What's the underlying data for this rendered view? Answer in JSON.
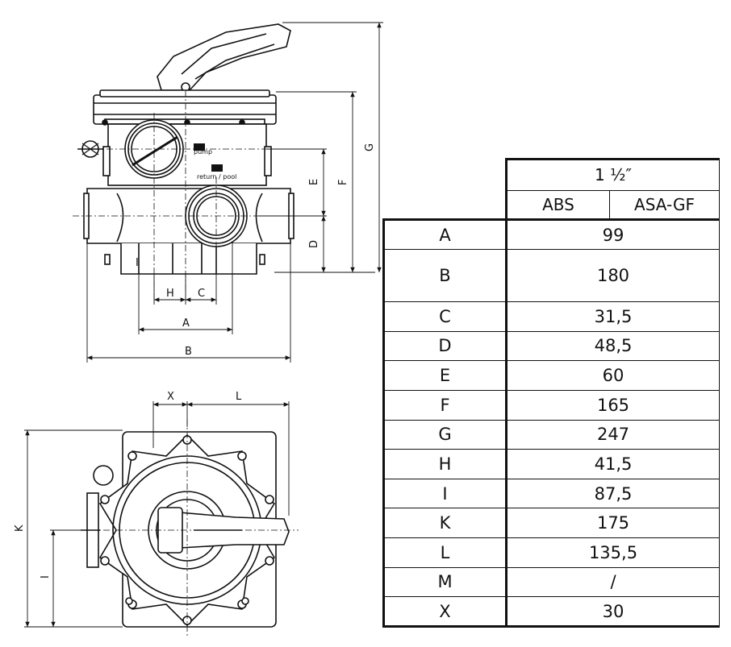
{
  "side_view_dimensions": [
    "A",
    "B",
    "C",
    "D",
    "E",
    "F",
    "G",
    "H",
    "I"
  ],
  "top_view_dimensions": [
    "X",
    "L",
    "K",
    "I"
  ],
  "valve_labels": {
    "pump": "pump",
    "return_pool": "return / pool"
  },
  "table": {
    "size_header": "1 ½″",
    "material_abs": "ABS",
    "material_asa": "ASA-GF",
    "rows": [
      {
        "label": "A",
        "value": "99"
      },
      {
        "label": "B",
        "value": "180"
      },
      {
        "label": "C",
        "value": "31,5"
      },
      {
        "label": "D",
        "value": "48,5"
      },
      {
        "label": "E",
        "value": "60"
      },
      {
        "label": "F",
        "value": "165"
      },
      {
        "label": "G",
        "value": "247"
      },
      {
        "label": "H",
        "value": "41,5"
      },
      {
        "label": "I",
        "value": "87,5"
      },
      {
        "label": "K",
        "value": "175"
      },
      {
        "label": "L",
        "value": "135,5"
      },
      {
        "label": "M",
        "value": "/"
      },
      {
        "label": "X",
        "value": "30"
      }
    ]
  }
}
